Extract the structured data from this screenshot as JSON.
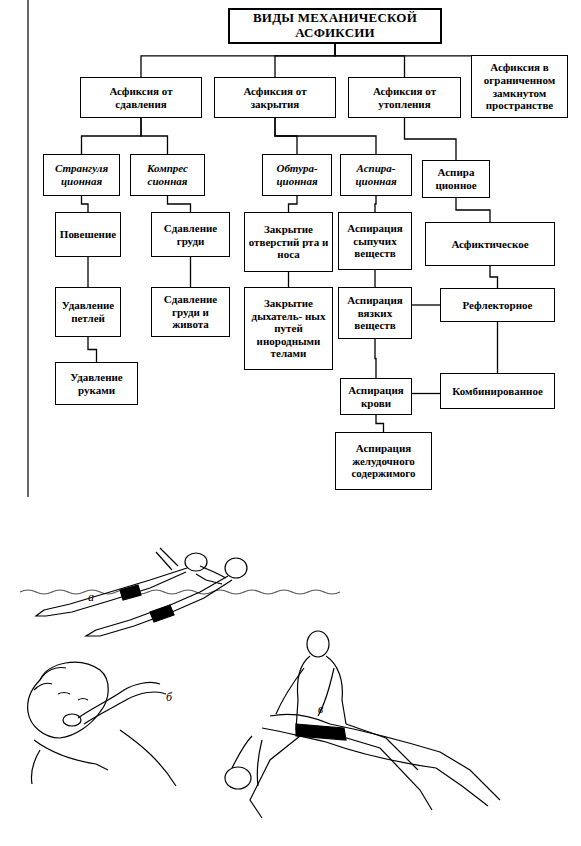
{
  "diagram": {
    "nodes": [
      {
        "text": [
          "ВИДЫ МЕХАНИЧЕСКОЙ АСФИКСИИ"
        ]
      },
      {
        "text": [
          "Асфиксия от сдавления"
        ]
      },
      {
        "text": [
          "Асфиксия от закрытия"
        ]
      },
      {
        "text": [
          "Асфиксия от утопления"
        ]
      },
      {
        "text": [
          "Асфиксия в ограниченном замкнутом пространстве"
        ]
      },
      {
        "text": [
          "Странгуля ционная"
        ]
      },
      {
        "text": [
          "Компрес сионная"
        ]
      },
      {
        "text": [
          "Обтура- ционная"
        ]
      },
      {
        "text": [
          "Аспира- ционная"
        ]
      },
      {
        "text": [
          "Аспира ционное"
        ]
      },
      {
        "text": [
          "Повешение"
        ]
      },
      {
        "text": [
          "Сдавление груди"
        ]
      },
      {
        "text": [
          "Закрытие отверстий рта и носа"
        ]
      },
      {
        "text": [
          "Аспирация сыпучих веществ"
        ]
      },
      {
        "text": [
          "Асфиктическое"
        ]
      },
      {
        "text": [
          "Удавление петлей"
        ]
      },
      {
        "text": [
          "Сдавление груди и живота"
        ]
      },
      {
        "text": [
          "Закрытие дыхатель- ных путей инородными телами"
        ]
      },
      {
        "text": [
          "Аспирация вязких веществ"
        ]
      },
      {
        "text": [
          "Рефлекторное"
        ]
      },
      {
        "text": [
          "Удавление руками"
        ]
      },
      {
        "text": [
          "Аспирация крови"
        ]
      },
      {
        "text": [
          "Комбинированное"
        ]
      },
      {
        "text": [
          "Аспирация желудочного содержимого"
        ]
      }
    ],
    "edges": [
      {
        "from": 0,
        "to": 1,
        "arrow": "none"
      },
      {
        "from": 0,
        "to": 2,
        "arrow": "none"
      },
      {
        "from": 0,
        "to": 3,
        "arrow": "none"
      },
      {
        "from": 0,
        "to": 4,
        "arrow": "none"
      },
      {
        "from": 1,
        "to": 5,
        "arrow": "none"
      },
      {
        "from": 1,
        "to": 6,
        "arrow": "none"
      },
      {
        "from": 2,
        "to": 7,
        "arrow": "none"
      },
      {
        "from": 2,
        "to": 8,
        "arrow": "none"
      },
      {
        "from": 3,
        "to": 9,
        "arrow": "none"
      },
      {
        "from": 5,
        "to": 10,
        "arrow": "none"
      },
      {
        "from": 10,
        "to": 15,
        "arrow": "none"
      },
      {
        "from": 15,
        "to": 20,
        "arrow": "none"
      },
      {
        "from": 6,
        "to": 11,
        "arrow": "none"
      },
      {
        "from": 11,
        "to": 16,
        "arrow": "none"
      },
      {
        "from": 7,
        "to": 12,
        "arrow": "none"
      },
      {
        "from": 12,
        "to": 17,
        "arrow": "none"
      },
      {
        "from": 8,
        "to": 13,
        "arrow": "none"
      },
      {
        "from": 13,
        "to": 18,
        "arrow": "none"
      },
      {
        "from": 18,
        "to": 21,
        "arrow": "none"
      },
      {
        "from": 21,
        "to": 23,
        "arrow": "none"
      },
      {
        "from": 9,
        "to": 14,
        "arrow": "none"
      },
      {
        "from": 14,
        "to": 19,
        "arrow": "none"
      },
      {
        "from": 19,
        "to": 22,
        "arrow": "none"
      },
      {
        "from": 19,
        "to": 18,
        "arrow": "none"
      },
      {
        "from": 22,
        "to": 21,
        "arrow": "none"
      }
    ],
    "labels": [
      "а",
      "б",
      "в"
    ]
  }
}
